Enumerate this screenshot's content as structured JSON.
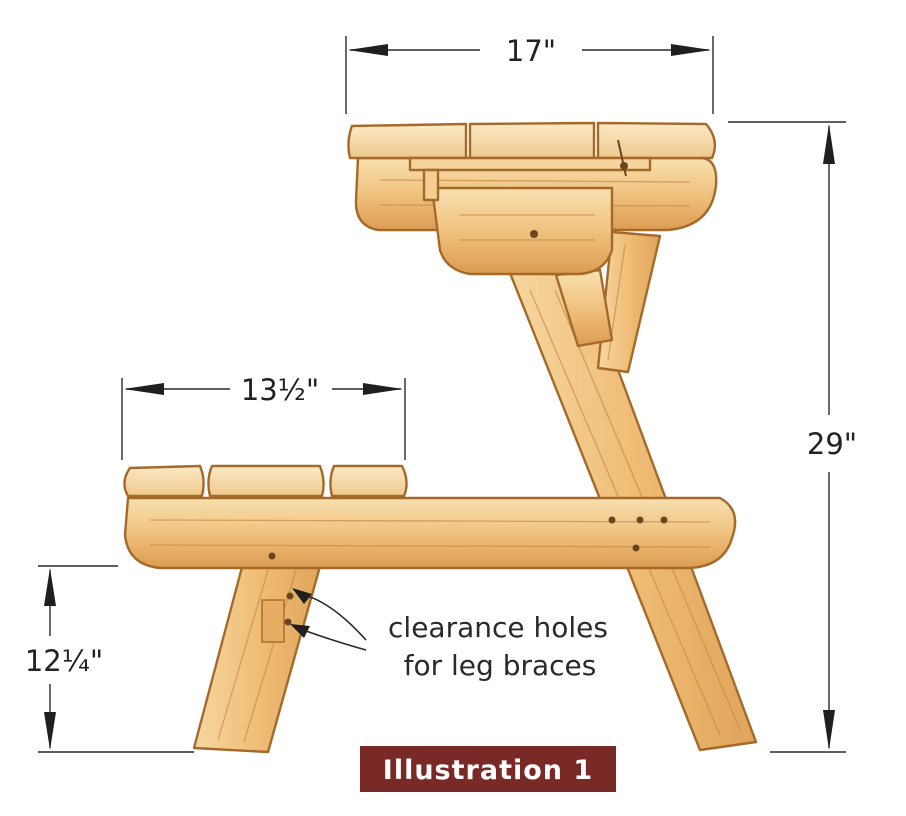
{
  "dimensions": {
    "tabletop_width": "17\"",
    "seat_width": "13½\"",
    "total_height": "29\"",
    "seat_height": "12¼\""
  },
  "callout": {
    "line1": "clearance holes",
    "line2": "for leg braces"
  },
  "badge": {
    "label": "Illustration 1",
    "color": "#7a2a26"
  },
  "colors": {
    "wood_light": "#f6d9a2",
    "wood_mid": "#eebb72",
    "wood_dark": "#d9974c",
    "outline": "#a56a2a"
  }
}
